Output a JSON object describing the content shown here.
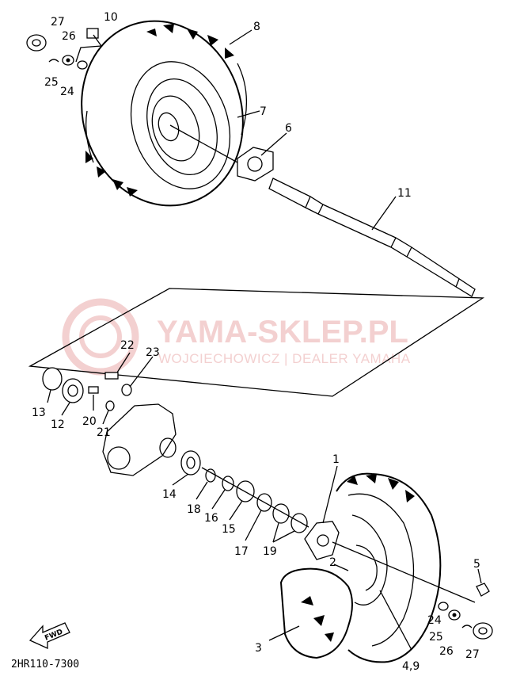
{
  "watermark": {
    "brand": "YAMA-SKLEP.PL",
    "subtitle": "WOJCIECHOWICZ | DEALER YAMAHA",
    "color": "#f3d0d0"
  },
  "diagram_code": "2HR110-7300",
  "fwd_label": "FWD",
  "callouts": {
    "c27_top": "27",
    "c10": "10",
    "c26_top": "26",
    "c8": "8",
    "c25_top": "25",
    "c24_top": "24",
    "c7": "7",
    "c6": "6",
    "c11": "11",
    "c22": "22",
    "c23": "23",
    "c13": "13",
    "c12": "12",
    "c20": "20",
    "c21": "21",
    "c14": "14",
    "c18": "18",
    "c16": "16",
    "c15": "15",
    "c17": "17",
    "c19": "19",
    "c1": "1",
    "c2": "2",
    "c5": "5",
    "c3": "3",
    "c24_bot": "24",
    "c25_bot": "25",
    "c26_bot": "26",
    "c27_bot": "27",
    "c4_9": "4,9"
  }
}
